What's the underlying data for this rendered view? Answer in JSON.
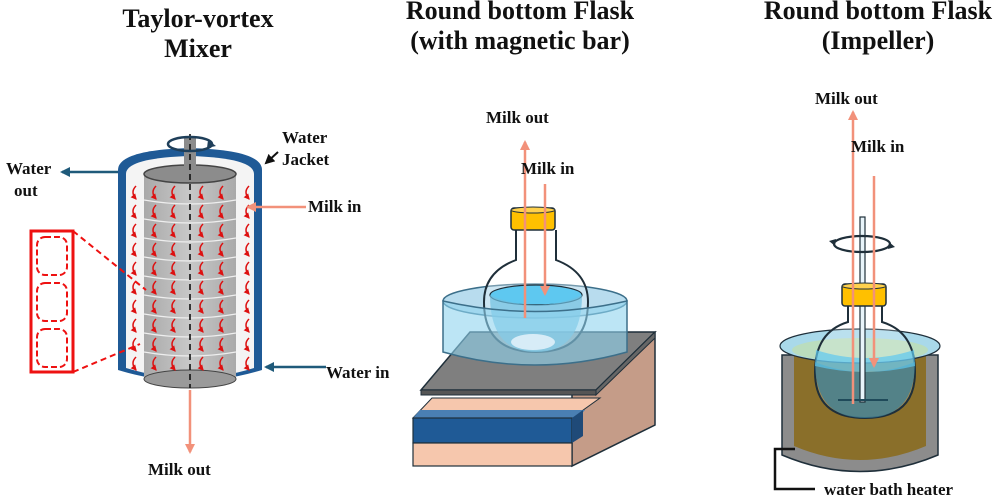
{
  "panels": {
    "taylor": {
      "title_line1": "Taylor-vortex",
      "title_line2": "Mixer",
      "labels": {
        "water_out_1": "Water",
        "water_out_2": "out",
        "water_jacket_1": "Water",
        "water_jacket_2": "Jacket",
        "milk_in": "Milk in",
        "water_in": "Water in",
        "milk_out": "Milk out"
      }
    },
    "magnetic": {
      "title_line1": "Round bottom Flask",
      "title_line2": "(with magnetic bar)",
      "labels": {
        "milk_out": "Milk out",
        "milk_in": "Milk in"
      }
    },
    "impeller": {
      "title_line1": "Round bottom Flask",
      "title_line2": "(Impeller)",
      "labels": {
        "milk_out": "Milk out",
        "milk_in": "Milk in",
        "heater": "water bath heater"
      }
    }
  },
  "colors": {
    "jacket_blue": "#1f5a96",
    "water_arrow": "#1f5a7a",
    "milk_arrow": "#f2917a",
    "vortex_red": "#dd1111",
    "cylinder_gray": "#bdbdbd",
    "cap_yellow": "#ffc000",
    "bath_water": "#8fd3ee",
    "bath_olive": "#8a6f2a",
    "plate_gray": "#7f7f7f",
    "base_peach": "#f6c7ad",
    "base_side": "#c59c88",
    "base_blue": "#1f5a96"
  }
}
